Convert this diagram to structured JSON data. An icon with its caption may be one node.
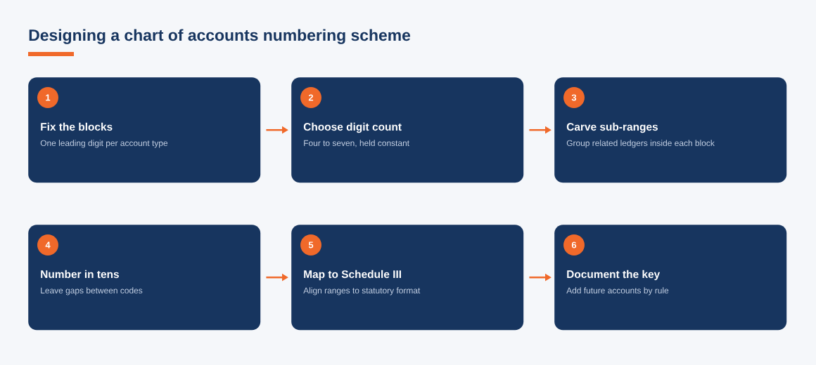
{
  "diagram": {
    "title": "Designing a chart of accounts numbering scheme",
    "nodes": [
      {
        "text": [
          "1",
          "Fix the blocks",
          "One leading digit per account type"
        ]
      },
      {
        "text": [
          "2",
          "Choose digit count",
          "Four to seven, held constant"
        ]
      },
      {
        "text": [
          "3",
          "Carve sub-ranges",
          "Group related ledgers inside each block"
        ]
      },
      {
        "text": [
          "4",
          "Number in tens",
          "Leave gaps between codes"
        ]
      },
      {
        "text": [
          "5",
          "Map to Schedule III",
          "Align ranges to statutory format"
        ]
      },
      {
        "text": [
          "6",
          "Document the key",
          "Add future accounts by rule"
        ]
      }
    ],
    "edges": [
      {
        "from": 0,
        "to": 1,
        "arrow": "to"
      },
      {
        "from": 1,
        "to": 2,
        "arrow": "to"
      },
      {
        "from": 3,
        "to": 4,
        "arrow": "to"
      },
      {
        "from": 4,
        "to": 5,
        "arrow": "to"
      }
    ]
  }
}
